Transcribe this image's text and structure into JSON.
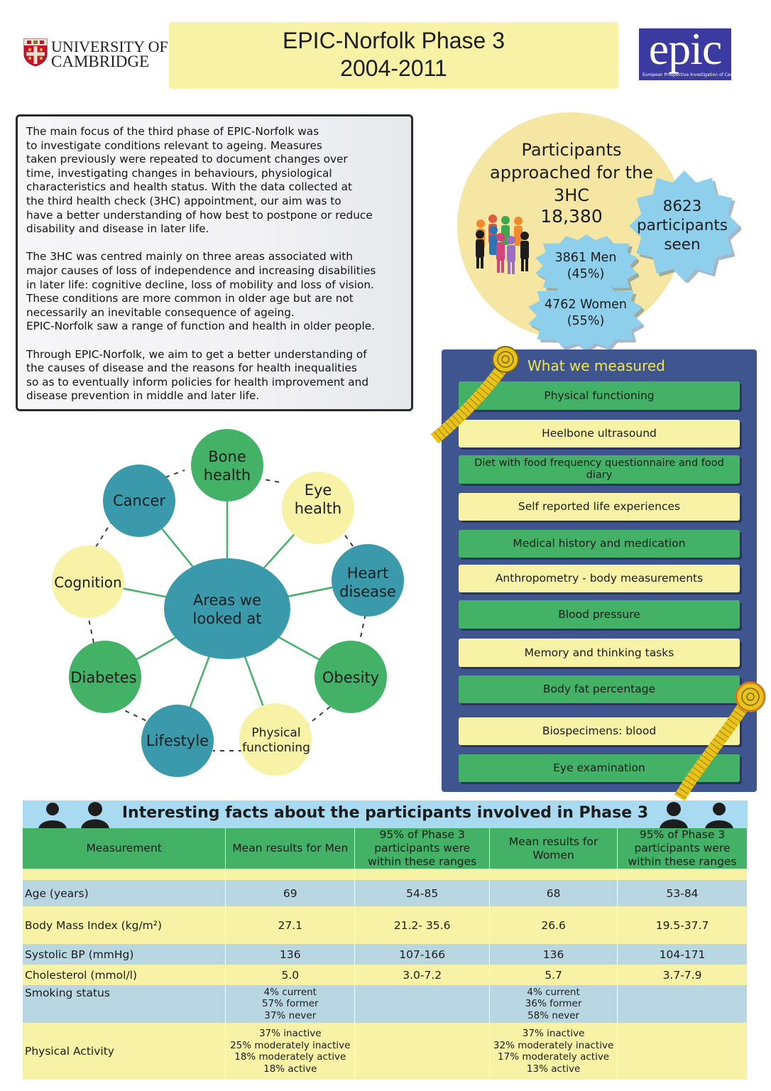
{
  "header": {
    "university_line1": "UNIVERSITY OF",
    "university_line2": "CAMBRIDGE",
    "title_line1": "EPIC-Norfolk Phase 3",
    "title_line2": "2004-2011",
    "epic_logo_text": "epic",
    "epic_logo_subtext": "European Prospective Investigation of Cancer"
  },
  "intro": {
    "paragraph1": "The main focus of the third phase of EPIC-Norfolk was\nto investigate conditions relevant to ageing. Measures\ntaken previously were repeated to document changes over\ntime, investigating changes in behaviours, physiological\ncharacteristics and health status. With the data collected at\nthe third health check (3HC) appointment, our aim was to\nhave a better understanding of how best to postpone or reduce\ndisability and disease in later life.",
    "paragraph2": "The 3HC was centred mainly on three areas associated with\nmajor causes of loss of independence and increasing disabilities\nin later life: cognitive decline, loss of mobility and loss of vision.\nThese conditions are more common in older age but are not\nnecessarily an inevitable consequence of ageing.\nEPIC-Norfolk saw a range of function and health in older people.",
    "paragraph3": "Through EPIC-Norfolk, we aim to get a better understanding of\nthe causes of disease and the reasons for health inequalities\nso as to eventually inform policies for health improvement and\ndisease prevention in middle and later life."
  },
  "participants": {
    "approached_label": "Participants approached for the 3HC",
    "approached_count": "18,380",
    "seen_label": "8623 participants seen",
    "men": "3861 Men (45%)",
    "women": "4762 Women (55%)"
  },
  "areas": {
    "center": "Areas we looked at",
    "nodes": [
      "Bone health",
      "Eye health",
      "Heart disease",
      "Obesity",
      "Physical functioning",
      "Lifestyle",
      "Diabetes",
      "Cognition",
      "Cancer"
    ],
    "colors": {
      "green": "#43b266",
      "yellow": "#f7f2a6",
      "teal": "#3a9aab"
    }
  },
  "measured": {
    "title": "What we measured",
    "items": [
      "Physical functioning",
      "Heelbone ultrasound",
      "Diet with food frequency questionnaire and food diary",
      "Self reported life experiences",
      "Medical history and medication",
      "Anthropometry - body measurements",
      "Blood pressure",
      "Memory and thinking tasks",
      "Body fat percentage",
      "Biospecimens: blood",
      "Eye examination"
    ]
  },
  "facts": {
    "title": "Interesting facts about the participants involved in Phase 3",
    "headers": [
      "Measurement",
      "Mean results for Men",
      "95% of Phase 3 participants were within these ranges",
      "Mean results for Women",
      "95% of Phase 3 participants were within these ranges"
    ],
    "rows": [
      [
        "Age (years)",
        "69",
        "54-85",
        "68",
        "53-84"
      ],
      [
        "Body Mass Index (kg/m²)",
        "27.1",
        "21.2- 35.6",
        "26.6",
        "19.5-37.7"
      ],
      [
        "Systolic BP (mmHg)",
        "136",
        "107-166",
        "136",
        "104-171"
      ],
      [
        "Cholesterol (mmol/l)",
        "5.0",
        "3.0-7.2",
        "5.7",
        "3.7-7.9"
      ],
      [
        "Smoking status",
        "4% current\n57% former\n37% never",
        "",
        "4% current\n36% former\n58% never",
        ""
      ],
      [
        "Physical Activity",
        "37% inactive\n25% moderately inactive\n18% moderately active\n18% active",
        "",
        "37% inactive\n32% moderately inactive\n17% moderately active\n13% active",
        ""
      ]
    ]
  }
}
